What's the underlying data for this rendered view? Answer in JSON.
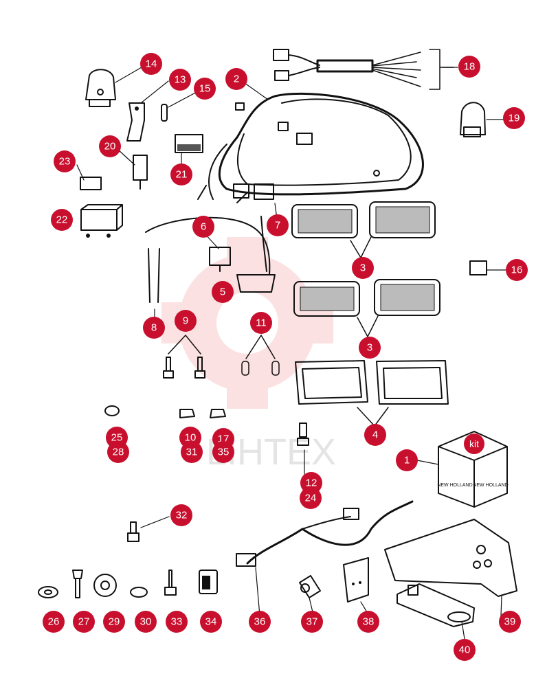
{
  "watermark": {
    "text": "LIHTEX",
    "color": "#f28b8b"
  },
  "kit": {
    "label": "kit",
    "brand": "NEW HOLLAND",
    "badge_color": "#c8102e"
  },
  "callout_color": "#c8102e",
  "callouts": [
    "1",
    "2",
    "3",
    "3",
    "4",
    "5",
    "6",
    "7",
    "8",
    "9",
    "11",
    "12",
    "13",
    "14",
    "15",
    "16",
    "17",
    "18",
    "19",
    "20",
    "21",
    "22",
    "23",
    "24",
    "25",
    "26",
    "27",
    "28",
    "29",
    "30",
    "31",
    "32",
    "33",
    "34",
    "35",
    "36",
    "37",
    "38",
    "39",
    "40",
    "10"
  ]
}
